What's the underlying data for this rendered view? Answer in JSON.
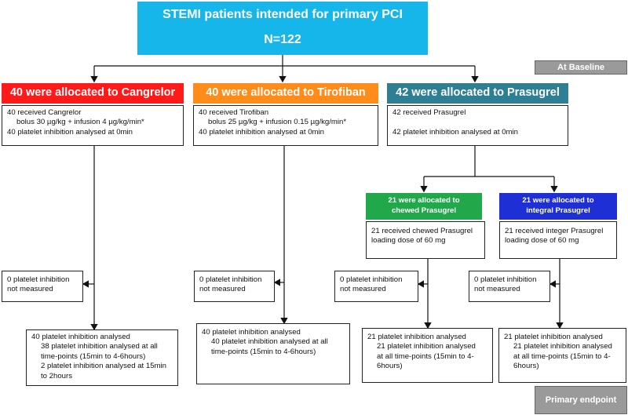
{
  "title": {
    "line1": "STEMI patients intended for primary PCI",
    "line2": "N=122"
  },
  "tags": {
    "baseline": "At Baseline",
    "endpoint": "Primary endpoint"
  },
  "colors": {
    "top": "#17b6ea",
    "cangrelor": "#ff1a1a",
    "tirofiban": "#ff8c1a",
    "prasugrel": "#2f7f94",
    "chewed": "#21a84a",
    "integral": "#1f2fd6",
    "tag": "#9a9a9a"
  },
  "arms": {
    "cangrelor": {
      "header": "40 were allocated to Cangrelor",
      "received": [
        "40 received Cangrelor",
        "bolus 30 µg/kg + infusion 4 µg/kg/min*",
        "40 platelet inhibition analysed at 0min"
      ],
      "notmeasured": [
        "0 platelet inhibition",
        "not measured"
      ],
      "analysed": [
        "40 platelet inhibition analysed",
        "38 platelet inhibition analysed at all",
        "time-points (15min to 4-6hours)",
        "2 platelet inhibition analysed at 15min",
        "to 2hours"
      ]
    },
    "tirofiban": {
      "header": "40 were allocated to Tirofiban",
      "received": [
        "40 received Tirofiban",
        "bolus 25 µg/kg + infusion 0.15 µg/kg/min*",
        "40 platelet inhibition analysed at 0min"
      ],
      "notmeasured": [
        "0 platelet inhibition",
        "not measured"
      ],
      "analysed": [
        "40 platelet inhibition analysed",
        "40 platelet inhibition analysed at all",
        "time-points (15min to 4-6hours)"
      ]
    },
    "prasugrel": {
      "header": "42 were allocated to Prasugrel",
      "received": [
        "42 received Prasugrel",
        "",
        "42 platelet inhibition analysed at 0min"
      ]
    },
    "chewed": {
      "header": [
        "21 were allocated to",
        "chewed Prasugrel"
      ],
      "received": [
        "21 received chewed Prasugrel",
        "loading dose of 60 mg"
      ],
      "notmeasured": [
        "0 platelet inhibition",
        "not measured"
      ],
      "analysed": [
        "21 platelet inhibition analysed",
        "21 platelet inhibition analysed",
        "at all time-points (15min to 4-",
        "6hours)"
      ]
    },
    "integral": {
      "header": [
        "21 were allocated to",
        "integral Prasugrel"
      ],
      "received": [
        "21 received integer Prasugrel",
        "loading dose of 60 mg"
      ],
      "notmeasured": [
        "0 platelet inhibition",
        "not measured"
      ],
      "analysed": [
        "21 platelet inhibition analysed",
        "21 platelet inhibition analysed",
        "at all time-points (15min to 4-",
        "6hours)"
      ]
    }
  }
}
